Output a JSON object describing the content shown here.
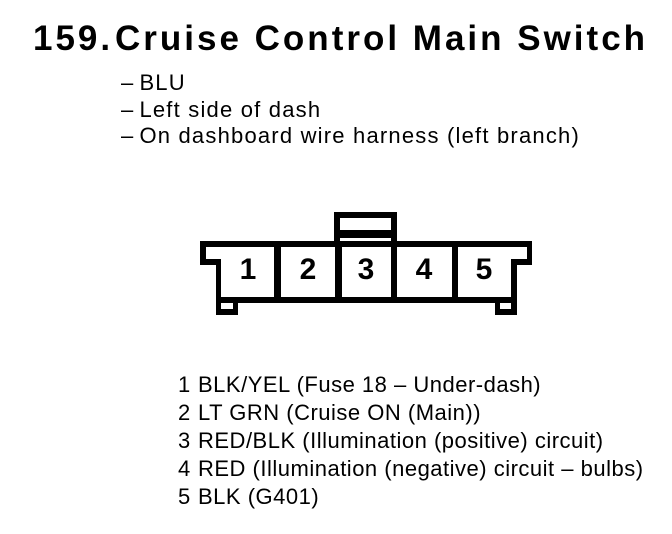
{
  "header": {
    "number": "159.",
    "title": "Cruise Control Main Switch"
  },
  "notes": {
    "bullet": "–",
    "items": [
      "BLU",
      "Left side of dash",
      "On dashboard wire harness (left branch)"
    ]
  },
  "connector": {
    "pins": [
      "1",
      "2",
      "3",
      "4",
      "5"
    ]
  },
  "pin_list": [
    {
      "number": "1",
      "description": "BLK/YEL (Fuse 18 – Under-dash)"
    },
    {
      "number": "2",
      "description": "LT GRN (Cruise ON (Main))"
    },
    {
      "number": "3",
      "description": "RED/BLK (Illumination (positive) circuit)"
    },
    {
      "number": "4",
      "description": "RED (Illumination (negative) circuit – bulbs)"
    },
    {
      "number": "5",
      "description": "BLK (G401)"
    }
  ],
  "colors": {
    "ink": "#000000",
    "paper": "#ffffff"
  }
}
